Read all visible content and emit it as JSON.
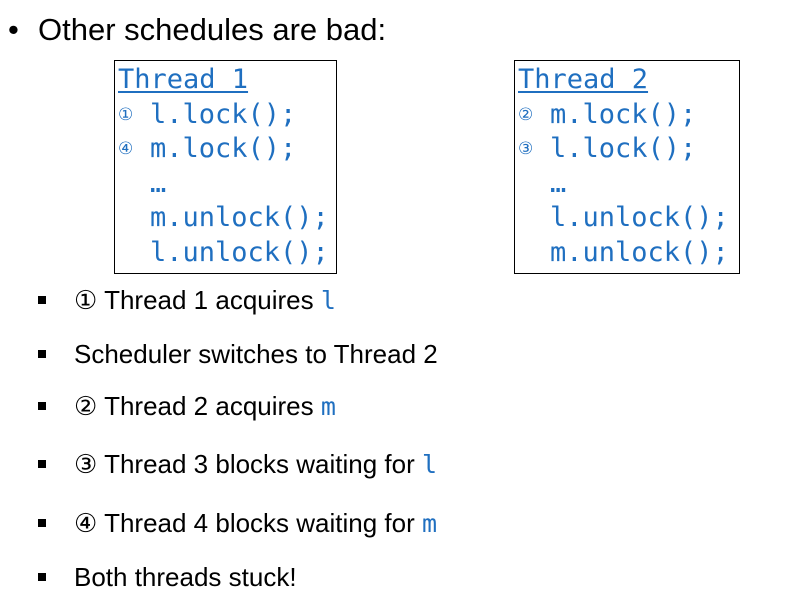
{
  "heading": {
    "bullet": "•",
    "text": "Other schedules are bad:"
  },
  "thread1": {
    "title": "Thread 1",
    "lines": [
      {
        "step": "①",
        "code": "l.lock();"
      },
      {
        "step": "④",
        "code": "m.lock();"
      },
      {
        "step": "",
        "code": "…"
      },
      {
        "step": "",
        "code": "m.unlock();"
      },
      {
        "step": "",
        "code": "l.unlock();"
      }
    ]
  },
  "thread2": {
    "title": "Thread 2",
    "lines": [
      {
        "step": "②",
        "code": "m.lock();"
      },
      {
        "step": "③",
        "code": "l.lock();"
      },
      {
        "step": "",
        "code": "…"
      },
      {
        "step": "",
        "code": "l.unlock();"
      },
      {
        "step": "",
        "code": "m.unlock();"
      }
    ]
  },
  "points": [
    {
      "mark": "①",
      "text": " Thread 1 acquires ",
      "var": "l"
    },
    {
      "mark": "",
      "text": "Scheduler switches to Thread 2",
      "var": ""
    },
    {
      "mark": "②",
      "text": " Thread 2 acquires ",
      "var": "m"
    },
    {
      "mark": "③",
      "text": " Thread 3 blocks waiting for ",
      "var": "l"
    },
    {
      "mark": "④",
      "text": " Thread 4 blocks waiting for ",
      "var": "m"
    },
    {
      "mark": "",
      "text": "Both threads stuck!",
      "var": ""
    }
  ],
  "colors": {
    "code": "#1f6fc0",
    "text": "#000000",
    "background": "#ffffff"
  }
}
